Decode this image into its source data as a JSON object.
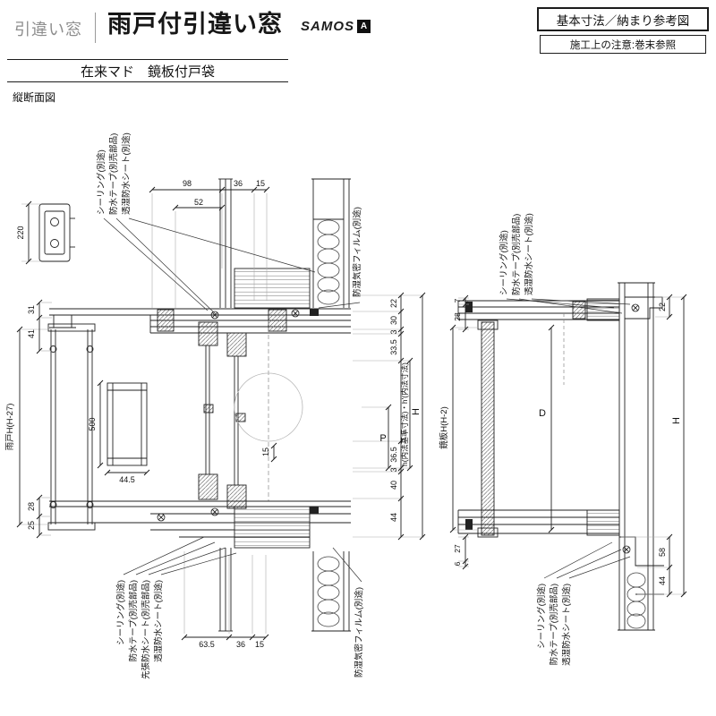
{
  "header": {
    "category": "引違い窓",
    "title": "雨戸付引違い窓",
    "brand": "SAMOS",
    "brand_mark": "A",
    "ref_box": "基本寸法／納まり参考図",
    "note_box": "施工上の注意:巻末参照"
  },
  "subheader": "在来マド　鏡板付戸袋",
  "view_label": "縦断面図",
  "left": {
    "callouts": {
      "top": [
        "シーリング(別途)",
        "防水テープ(別売部品)",
        "透湿防水シート(別途)"
      ],
      "film_top": "防湿気密フィルム(別途)",
      "bottom": [
        "シーリング(別途)",
        "防水テープ(別売部品)",
        "先張防水シート(別売部品)",
        "透湿防水シート(別途)"
      ],
      "film_bottom": "防湿気密フィルム(別途)"
    },
    "dims": {
      "bracket_height": "220",
      "top_98": "98",
      "top_52": "52",
      "top_36": "36",
      "top_15": "15",
      "left_31": "31",
      "left_41": "41",
      "box_500": "500",
      "box_44_5": "44.5",
      "left_28": "28",
      "left_25": "25",
      "bottom_63_5": "63.5",
      "bottom_36": "36",
      "bottom_15": "15",
      "right_22": "22",
      "right_30": "30",
      "right_3a": "3",
      "right_33_5": "33.5",
      "right_36_5": "36.5",
      "right_3b": "3",
      "right_40": "40",
      "right_44": "44",
      "inner_15": "15",
      "h_note": "h(内法基準寸法)・h'(内法寸法)",
      "overall_h": "H",
      "pitch_p": "P",
      "shutter_h": "雨戸H(H-27)"
    }
  },
  "right": {
    "callouts": {
      "top": [
        "シーリング(別途)",
        "防水テープ(別売部品)",
        "透湿防水シート(別途)"
      ],
      "bottom": [
        "シーリング(別途)",
        "防水テープ(別売部品)",
        "透湿防水シート(別途)"
      ]
    },
    "dims": {
      "left_7": "7",
      "left_28": "28",
      "left_27": "27",
      "left_6": "6",
      "right_22": "22",
      "right_58": "58",
      "right_44": "44",
      "depth_d": "D",
      "overall_h": "H",
      "panel_h": "鏡板H(H-2)"
    }
  }
}
